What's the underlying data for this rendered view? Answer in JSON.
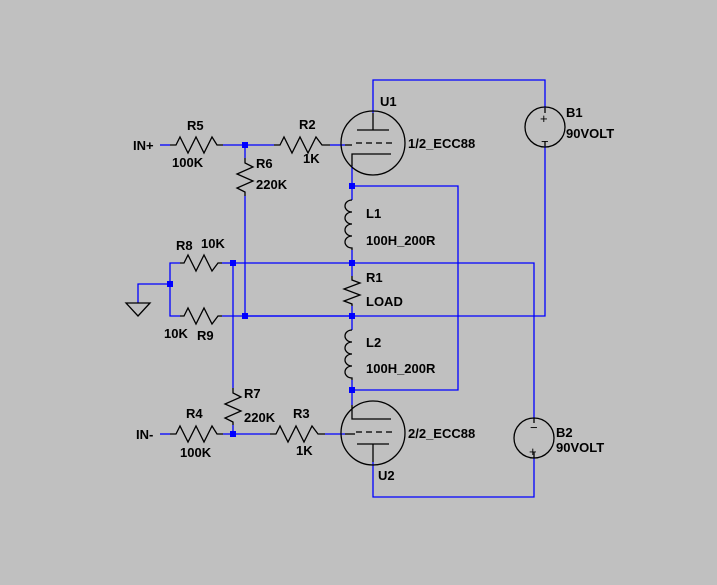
{
  "components": {
    "U1": {
      "ref": "U1",
      "value": "1/2_ECC88"
    },
    "U2": {
      "ref": "U2",
      "value": "2/2_ECC88"
    },
    "B1": {
      "ref": "B1",
      "value": "90VOLT"
    },
    "B2": {
      "ref": "B2",
      "value": "90VOLT"
    },
    "R1": {
      "ref": "R1",
      "value": "LOAD"
    },
    "R2": {
      "ref": "R2",
      "value": "1K"
    },
    "R3": {
      "ref": "R3",
      "value": "1K"
    },
    "R4": {
      "ref": "R4",
      "value": "100K"
    },
    "R5": {
      "ref": "R5",
      "value": "100K"
    },
    "R6": {
      "ref": "R6",
      "value": "220K"
    },
    "R7": {
      "ref": "R7",
      "value": "220K"
    },
    "R8": {
      "ref": "R8",
      "value": "10K"
    },
    "R9": {
      "ref": "R9",
      "value": "10K"
    },
    "L1": {
      "ref": "L1",
      "value": "100H_200R"
    },
    "L2": {
      "ref": "L2",
      "value": "100H_200R"
    }
  },
  "nets": {
    "in_plus": "IN+",
    "in_minus": "IN-"
  },
  "colors": {
    "background": "#c0c0c0",
    "wire": "#0000ff",
    "component": "#000000"
  },
  "icons": {
    "ground": "ground-icon",
    "battery": "battery-icon",
    "triode": "triode-icon",
    "inductor": "inductor-icon",
    "resistor": "resistor-icon"
  }
}
